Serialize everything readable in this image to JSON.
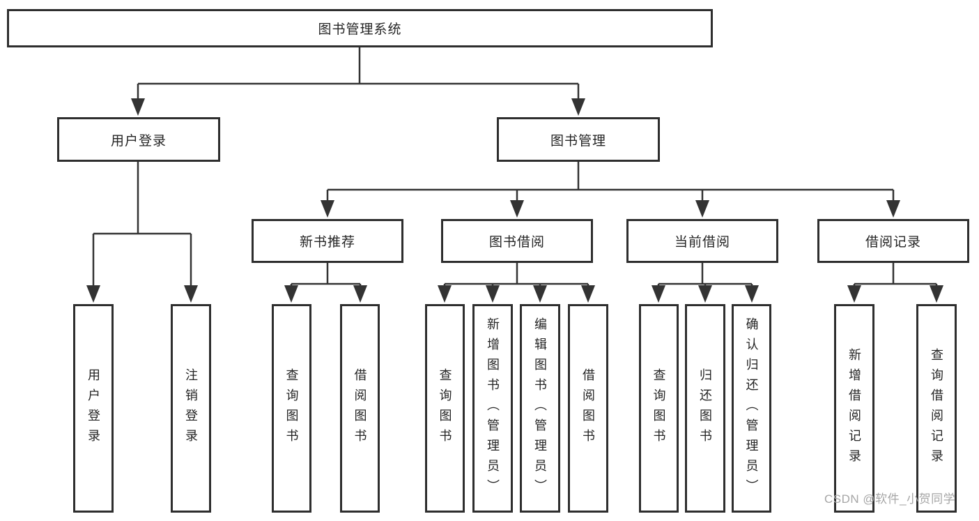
{
  "diagram_title": "图书管理系统",
  "tree": {
    "label": "图书管理系统",
    "children": [
      {
        "label": "用户登录",
        "children": [
          {
            "label": "用户登录"
          },
          {
            "label": "注销登录"
          }
        ]
      },
      {
        "label": "图书管理",
        "children": [
          {
            "label": "新书推荐",
            "children": [
              {
                "label": "查询图书"
              },
              {
                "label": "借阅图书"
              }
            ]
          },
          {
            "label": "图书借阅",
            "children": [
              {
                "label": "查询图书"
              },
              {
                "label": "新增图书（管理员）"
              },
              {
                "label": "编辑图书（管理员）"
              },
              {
                "label": "借阅图书"
              }
            ]
          },
          {
            "label": "当前借阅",
            "children": [
              {
                "label": "查询图书"
              },
              {
                "label": "归还图书"
              },
              {
                "label": "确认归还（管理员）"
              }
            ]
          },
          {
            "label": "借阅记录",
            "children": [
              {
                "label": "新增借阅记录"
              },
              {
                "label": "查询借阅记录"
              }
            ]
          }
        ]
      }
    ]
  },
  "watermark": {
    "text": "CSDN @软件_小贺同学"
  },
  "colors": {
    "line": "#333333",
    "box_border": "#2e2e2e",
    "box_fill": "#ffffff",
    "text": "#242424",
    "watermark": "#a6a6a6",
    "background": "#ffffff"
  }
}
